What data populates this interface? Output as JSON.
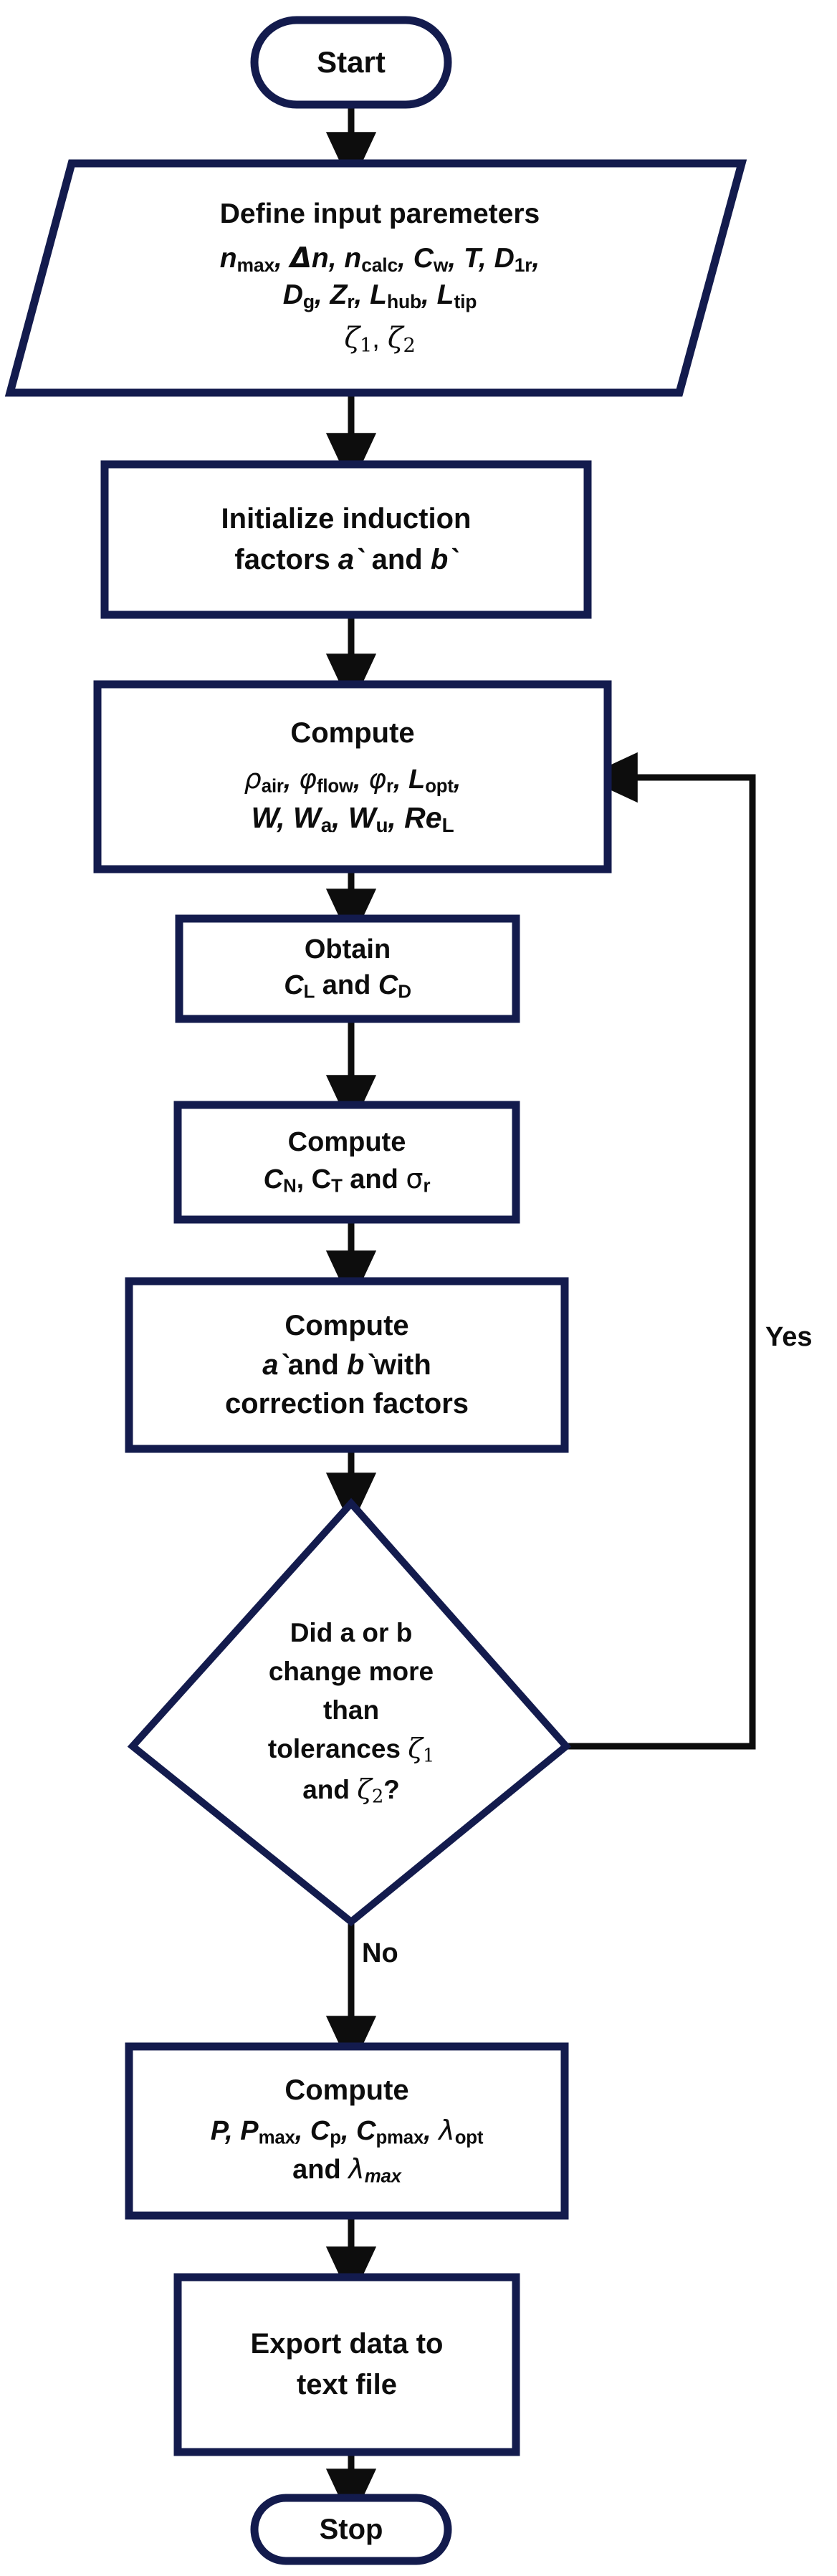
{
  "diagram": {
    "title": "BEM iterative solver flowchart",
    "colors": {
      "node_border": "#131B4D",
      "arrow": "#0d0d0d",
      "text": "#0d0d0d",
      "background": "#ffffff"
    },
    "nodes": [
      {
        "id": "start",
        "shape": "terminator",
        "lines": [
          "Start"
        ]
      },
      {
        "id": "define-input",
        "shape": "parallelogram",
        "lines": [
          "Define input paremeters",
          "nmax, Δn, ncalc, Cw, T, D1r,",
          "Dg, Zr, Lhub, Ltip",
          "ζ1, ζ2"
        ]
      },
      {
        "id": "initialize",
        "shape": "process",
        "lines": [
          "Initialize induction",
          "factors a` and b`"
        ]
      },
      {
        "id": "compute-flow",
        "shape": "process",
        "lines": [
          "Compute",
          "ρair, φflow, φr, Lopt,",
          "W, Wa, Wu, ReL"
        ]
      },
      {
        "id": "obtain-cl-cd",
        "shape": "process",
        "lines": [
          "Obtain",
          "CL and CD"
        ]
      },
      {
        "id": "compute-cn-ct",
        "shape": "process",
        "lines": [
          "Compute",
          "CN, CT and  σr"
        ]
      },
      {
        "id": "compute-corrections",
        "shape": "process",
        "lines": [
          "Compute",
          "a`and b`with",
          "correction factors"
        ]
      },
      {
        "id": "decision-tolerance",
        "shape": "decision",
        "lines": [
          "Did a or b",
          "change more",
          "than",
          "tolerances ζ1",
          "and  ζ2?"
        ]
      },
      {
        "id": "compute-power",
        "shape": "process",
        "lines": [
          "Compute",
          "P, Pmax, Cp, Cpmax, λopt",
          "and λmax"
        ]
      },
      {
        "id": "export-data",
        "shape": "process",
        "lines": [
          "Export data to",
          "text file"
        ]
      },
      {
        "id": "stop",
        "shape": "terminator",
        "lines": [
          "Stop"
        ]
      }
    ],
    "edge_labels": {
      "yes": "Yes",
      "no": "No"
    },
    "node_text": {
      "start": "Start",
      "stop": "Stop",
      "define_title": "Define input paremeters",
      "initialize_l1": "Initialize induction",
      "initialize_l2_pre": "factors ",
      "initialize_l2_a": "a`",
      "initialize_l2_mid": " and ",
      "initialize_l2_b": "b`",
      "compute": "Compute",
      "obtain": "Obtain",
      "and": "and",
      "with": "with",
      "correction_factors": "correction factors",
      "decision_l1": "Did a or b",
      "decision_l2": "change more",
      "decision_l3": "than",
      "decision_l4_pre": "tolerances ",
      "decision_l5_pre": "and  ",
      "decision_qmark": "?",
      "export_l1": "Export data to",
      "export_l2": "text file"
    }
  }
}
